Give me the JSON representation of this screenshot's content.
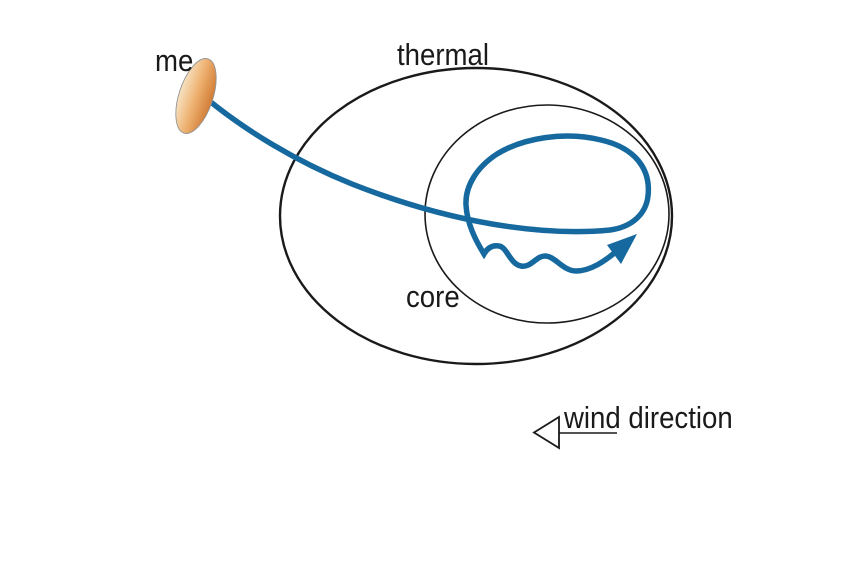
{
  "labels": {
    "me": "me",
    "thermal": "thermal",
    "core": "core",
    "wind_direction": "wind direction"
  },
  "colors": {
    "flight_path": "#16699e",
    "outline": "#1a1a1a",
    "glider_light": "#f7e3c3",
    "glider_mid": "#eeb170",
    "glider_dark": "#d07c36",
    "background": "#ffffff"
  }
}
